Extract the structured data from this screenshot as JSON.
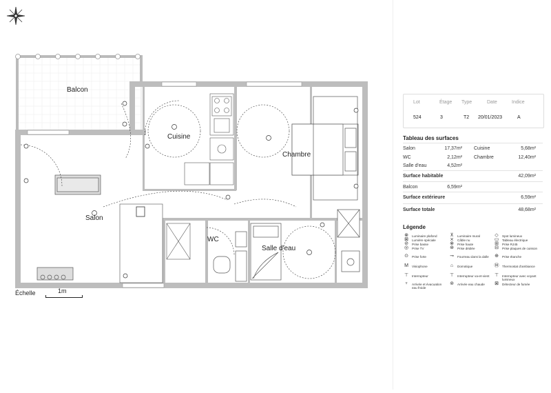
{
  "plan": {
    "rooms": {
      "balcon": "Balcon",
      "cuisine": "Cuisine",
      "chambre": "Chambre",
      "salon": "Salon",
      "wc": "WC",
      "salle_eau": "Salle d'eau"
    },
    "scale": {
      "label": "Échelle",
      "unit": "1m"
    }
  },
  "info": {
    "headers": [
      "Lot",
      "Étage",
      "Type",
      "Date",
      "Indice"
    ],
    "values": [
      "524",
      "3",
      "T2",
      "20/01/2023",
      "A"
    ]
  },
  "surfaces": {
    "title": "Tableau des surfaces",
    "rooms_left": [
      {
        "name": "Salon",
        "value": "17,37m²"
      },
      {
        "name": "WC",
        "value": "2,12m²"
      },
      {
        "name": "Salle d'eau",
        "value": "4,52m²"
      }
    ],
    "rooms_right": [
      {
        "name": "Cuisine",
        "value": "5,68m²"
      },
      {
        "name": "Chambre",
        "value": "12,40m²"
      }
    ],
    "habitable_label": "Surface habitable",
    "habitable_value": "42,09m²",
    "balcon_label": "Balcon",
    "balcon_value": "6,59m²",
    "exterieure_label": "Surface extérieure",
    "exterieure_value": "6,59m²",
    "totale_label": "Surface totale",
    "totale_value": "48,68m²"
  },
  "legend": {
    "title": "Légende",
    "col1": [
      "Luminaire plafond",
      "Lumière spéciale",
      "Prise basse",
      "Prise TV",
      "Prise forte",
      "Visiophone",
      "Interrupteur",
      "Arrivée et évacuation eau froide"
    ],
    "col2": [
      "Luminaire mural",
      "Câble nu",
      "Prise haute",
      "Prise dédiée",
      "Fourreau dans la dalle",
      "Domotique",
      "Interrupteur va-et-vient",
      "Arrivée eau chaude"
    ],
    "col3": [
      "Spot lumineux",
      "Tableau électrique",
      "Prise RJ45",
      "Prise plaques de cuisson",
      "Prise étanche",
      "Thermostat d'ambiance",
      "Interrupteur avec voyant lumineux",
      "Détecteur de fumée"
    ]
  }
}
